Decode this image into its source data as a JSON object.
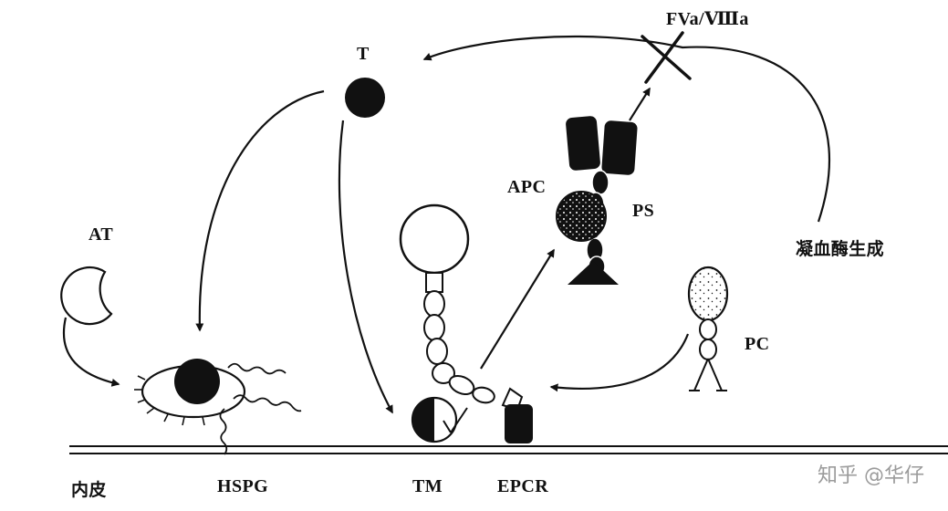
{
  "labels": {
    "fva_viiia": "FVa/Ⅷa",
    "thrombin": "T",
    "antithrombin": "AT",
    "apc": "APC",
    "protein_s": "PS",
    "thrombin_generation": "凝血酶生成",
    "protein_c": "PC",
    "endothelium": "内皮",
    "hspg": "HSPG",
    "tm": "TM",
    "epcr": "EPCR"
  },
  "watermark": "知乎 @华仔",
  "colors": {
    "ink": "#111111",
    "background": "#ffffff",
    "watermark": "#9b9b9b"
  }
}
